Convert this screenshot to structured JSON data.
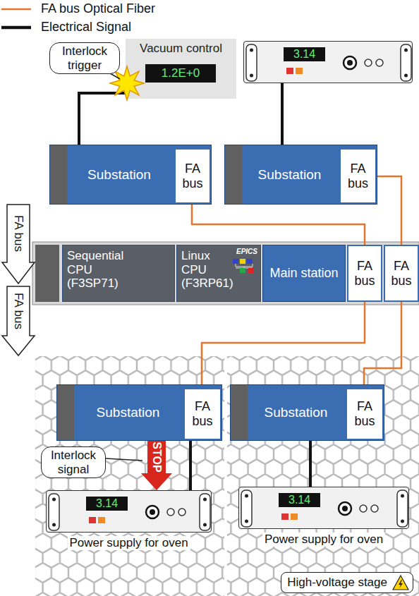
{
  "diagram": {
    "nodes": [
      {
        "text": [
          "Vacuum control",
          "1.2E+0"
        ]
      },
      {
        "text": [
          "3.14"
        ]
      },
      {
        "text": [
          "Substation"
        ]
      },
      {
        "text": [
          "FA bus"
        ],
        "in": 2
      },
      {
        "text": [
          "Substation"
        ]
      },
      {
        "text": [
          "FA bus"
        ],
        "in": 4
      },
      {
        "text": [
          "Sequential CPU (F3SP71)"
        ]
      },
      {
        "text": [
          "Linux CPU (F3RP61)",
          "EPICS"
        ]
      },
      {
        "text": [
          "Main station"
        ]
      },
      {
        "text": [
          "FA bus"
        ]
      },
      {
        "text": [
          "FA bus"
        ]
      },
      {
        "text": [
          "High-voltage stage"
        ]
      },
      {
        "text": [
          "Substation"
        ],
        "in": 11
      },
      {
        "text": [
          "FA bus"
        ],
        "in": 12
      },
      {
        "text": [
          "3.14",
          "Power supply for oven"
        ],
        "in": 11
      },
      {
        "text": [
          "Substation"
        ],
        "in": 11
      },
      {
        "text": [
          "FA bus"
        ],
        "in": 15
      },
      {
        "text": [
          "3.14",
          "Power supply for oven"
        ],
        "in": 11
      }
    ],
    "edges": [
      {
        "from": 0,
        "to": 2,
        "arrow": "none"
      },
      {
        "from": 1,
        "to": 4,
        "arrow": "none"
      },
      {
        "from": 3,
        "to": 9,
        "arrow": "none"
      },
      {
        "from": 5,
        "to": 10,
        "arrow": "none"
      },
      {
        "from": 9,
        "to": 13,
        "arrow": "none"
      },
      {
        "from": 10,
        "to": 16,
        "arrow": "none"
      },
      {
        "from": 12,
        "to": 14,
        "arrow": "none"
      },
      {
        "from": 12,
        "to": 14,
        "label": "STOP",
        "arrow": "to"
      },
      {
        "from": 15,
        "to": 17,
        "arrow": "none"
      }
    ],
    "labels": [
      "Interlock trigger",
      "FA bus",
      "FA bus",
      "Interlock signal"
    ],
    "legend": [
      {
        "text": "FA bus Optical Fiber"
      },
      {
        "text": "Electrical Signal"
      }
    ]
  }
}
